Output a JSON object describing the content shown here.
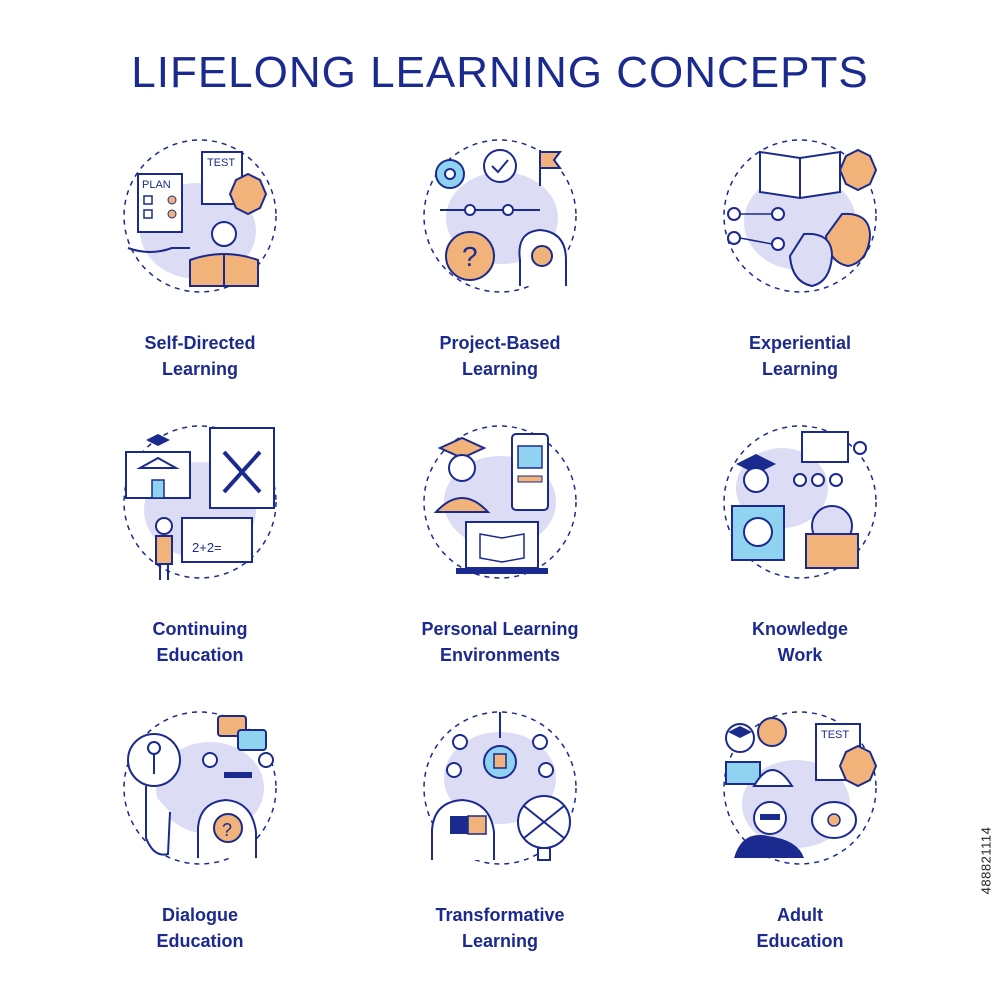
{
  "title": "LIFELONG LEARNING CONCEPTS",
  "colors": {
    "primary": "#1b2a8f",
    "blob": "#dcdcf5",
    "orange": "#f2b37a",
    "skyblue": "#8fd3f0"
  },
  "concepts": [
    {
      "line1": "Self-Directed",
      "line2": "Learning",
      "icon": "plan-test-reader-icon",
      "text": [
        "PLAN",
        "TEST"
      ]
    },
    {
      "line1": "Project-Based",
      "line2": "Learning",
      "icon": "gear-flag-idea-icon",
      "text": []
    },
    {
      "line1": "Experiential",
      "line2": "Learning",
      "icon": "book-masks-icon",
      "text": []
    },
    {
      "line1": "Continuing",
      "line2": "Education",
      "icon": "school-tools-teacher-icon",
      "text": [
        "2+2="
      ]
    },
    {
      "line1": "Personal Learning",
      "line2": "Environments",
      "icon": "student-phone-laptop-icon",
      "text": []
    },
    {
      "line1": "Knowledge",
      "line2": "Work",
      "icon": "meeting-clock-briefcase-icon",
      "text": []
    },
    {
      "line1": "Dialogue",
      "line2": "Education",
      "icon": "key-chat-head-icon",
      "text": []
    },
    {
      "line1": "Transformative",
      "line2": "Learning",
      "icon": "puzzle-brain-icon",
      "text": []
    },
    {
      "line1": "Adult",
      "line2": "Education",
      "icon": "elder-test-icon",
      "text": [
        "TEST"
      ]
    }
  ],
  "stock_id": "488821114"
}
